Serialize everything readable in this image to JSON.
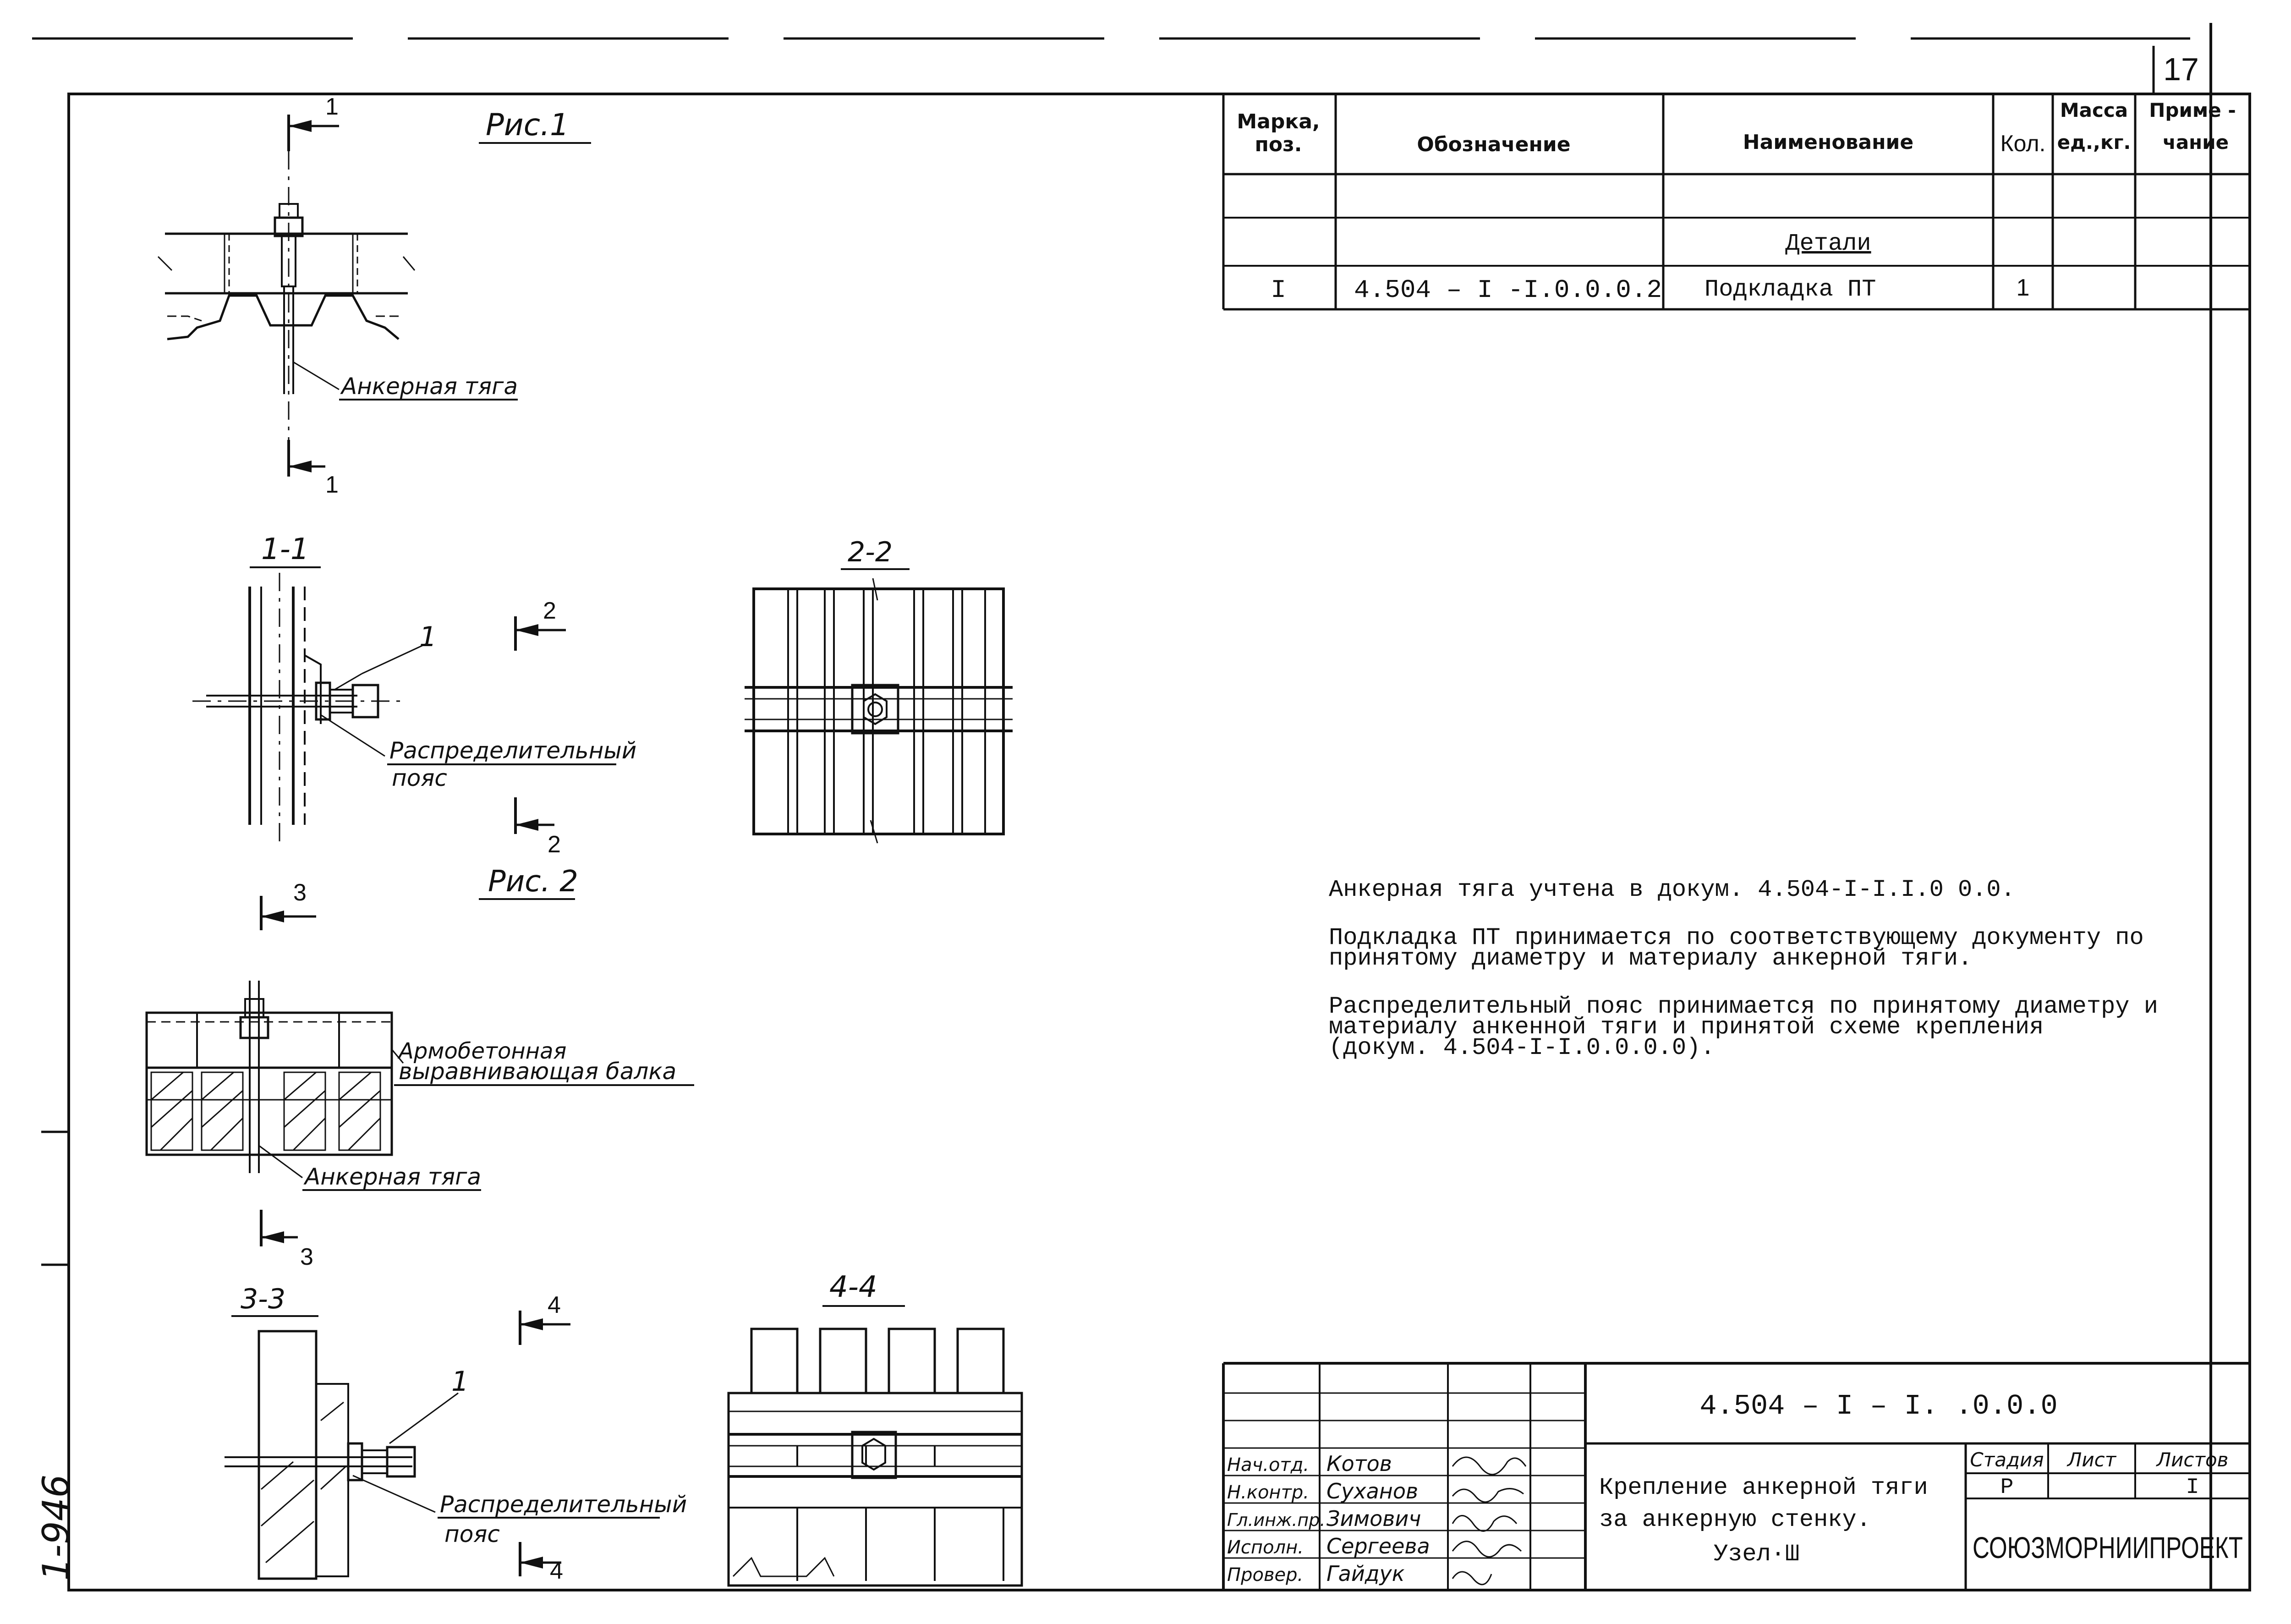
{
  "sheet_number": "17",
  "figures": {
    "fig1_title": "Рис.1",
    "fig2_title": "Рис. 2",
    "cut1": "1",
    "cut2": "2",
    "cut3": "3",
    "cut4": "4",
    "section_1_1": "1-1",
    "section_2_2": "2-2",
    "section_3_3": "3-3",
    "section_4_4": "4-4",
    "pos1": "1",
    "anchor_rod": "Анкерная тяга",
    "distribution_belt_line1": "Распределительный",
    "distribution_belt_line2": "пояс",
    "rc_beam_line1": "Армобетонная",
    "rc_beam_line2": "выравнивающая балка"
  },
  "spec_table": {
    "headers": {
      "mark": "Марка,",
      "mark2": "поз.",
      "designation": "Обозначение",
      "name": "Наименование",
      "qty": "Кол.",
      "mass": "Масса",
      "mass2": "ед.,кг.",
      "note": "Приме -",
      "note2": "чание"
    },
    "section_title": "Детали",
    "rows": [
      {
        "mark": "I",
        "designation": "4.504 – I -I.0.0.0.2",
        "name": "Подкладка ПТ",
        "qty": "1",
        "mass": "",
        "note": ""
      }
    ]
  },
  "notes": [
    "Анкерная тяга учтена в докум. 4.504-I-I.I.0 0.0.",
    "Подкладка ПТ принимается по соответствующему документу по",
    "принятому диаметру и материалу анкерной тяги.",
    "Распределительный пояс принимается по принятому диаметру и",
    "материалу анкенной тяги и принятой схеме крепления",
    "(докум. 4.504-I-I.0.0.0.0)."
  ],
  "title_block": {
    "doc_code": "4.504 – I – I. .0.0.0",
    "title_line1": "Крепление анкерной тяги",
    "title_line2": "за анкерную стенку.",
    "title_line3": "Узел·Ш",
    "stage_label": "Стадия",
    "sheet_label": "Лист",
    "sheets_label": "Листов",
    "stage": "Р",
    "sheet": "",
    "sheets": "I",
    "org": "СОЮЗМОРНИИПРОЕКТ",
    "signers": [
      {
        "role": "Нач.отд.",
        "name": "Котов"
      },
      {
        "role": "Н.контр.",
        "name": "Суханов"
      },
      {
        "role": "Гл.инж.пр.",
        "name": "Зимович"
      },
      {
        "role": "Исполн.",
        "name": "Сергеева"
      },
      {
        "role": "Провер.",
        "name": "Гайдук"
      }
    ]
  },
  "margin_note": "1-946"
}
